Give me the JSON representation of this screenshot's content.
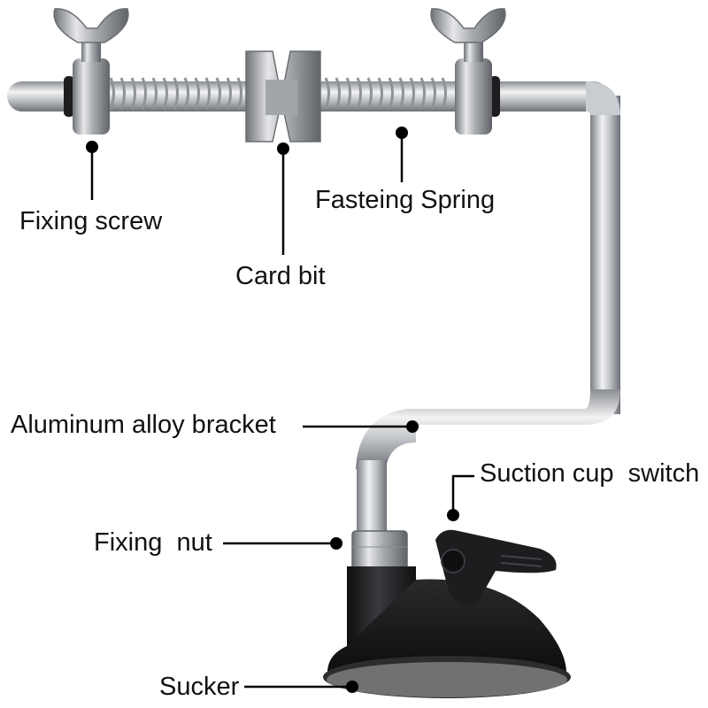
{
  "labels": {
    "fixing_screw": "Fixing screw",
    "card_bit": "Card bit",
    "fastening_spring": "Fasteing Spring",
    "bracket": "Aluminum alloy bracket",
    "suction_switch": "Suction cup  switch",
    "fixing_nut": "Fixing  nut",
    "sucker": "Sucker"
  },
  "colors": {
    "steel": "#b9bcc0",
    "steel_dark": "#7d8187",
    "rubber": "#1c1c1e",
    "leader": "#000000",
    "text": "#111111"
  }
}
